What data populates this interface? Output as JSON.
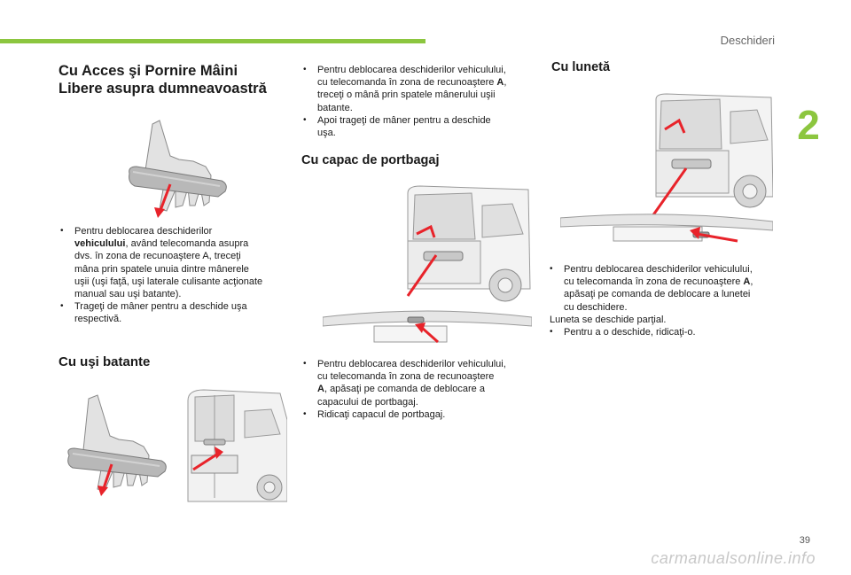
{
  "header": {
    "section": "Deschideri",
    "chapter": "2",
    "page": "39",
    "watermark": "carmanualsonline.info"
  },
  "headings": {
    "main": [
      "Cu Acces şi Pornire Mâini",
      "Libere asupra dumneavoastră"
    ],
    "batante": "Cu uşi batante",
    "portbagaj": "Cu capac de portbagaj",
    "luneta": "Cu lunetă"
  },
  "bullet_glyph": "",
  "text": {
    "b1_1": [
      "Pentru deblocarea deschiderilor",
      "vehiculului",
      ", având telecomanda asupra",
      "dvs. în zona de recunoaştere A, treceţi",
      "mâna prin spatele unuia dintre mânerele",
      "uşii (uşi faţă, uşi laterale culisante acţionate",
      "manual sau uşi batante)."
    ],
    "b1_2": [
      "Trageţi de mâner pentru a deschide uşa",
      "respectivă."
    ],
    "b2_1": [
      "Pentru deblocarea deschiderilor vehiculului,",
      "cu telecomanda în zona de recunoaştere ",
      "A",
      ",",
      "treceţi o mână prin spatele mânerului uşii",
      "batante."
    ],
    "b2_2": [
      "Apoi trageţi de mâner pentru a deschide",
      "uşa."
    ],
    "b3_1": [
      "Pentru deblocarea deschiderilor vehiculului,",
      "cu telecomanda în zona de recunoaştere",
      "A",
      ", apăsaţi pe comanda de deblocare a",
      "capacului de portbagaj."
    ],
    "b3_2": [
      "Ridicaţi capacul de portbagaj."
    ],
    "b4_1": [
      "Pentru deblocarea deschiderilor vehiculului,",
      "cu telecomanda în zona de recunoaştere ",
      "A",
      ",",
      "apăsaţi pe comanda de deblocare a lunetei",
      "cu deschidere."
    ],
    "b4_plain": "Luneta se deschide parţial.",
    "b4_2": [
      "Pentru a o deschide, ridicaţi-o."
    ]
  },
  "colors": {
    "accent": "#8cc63f",
    "arrow": "#e8232a",
    "drawing": "#9a9a9a"
  }
}
